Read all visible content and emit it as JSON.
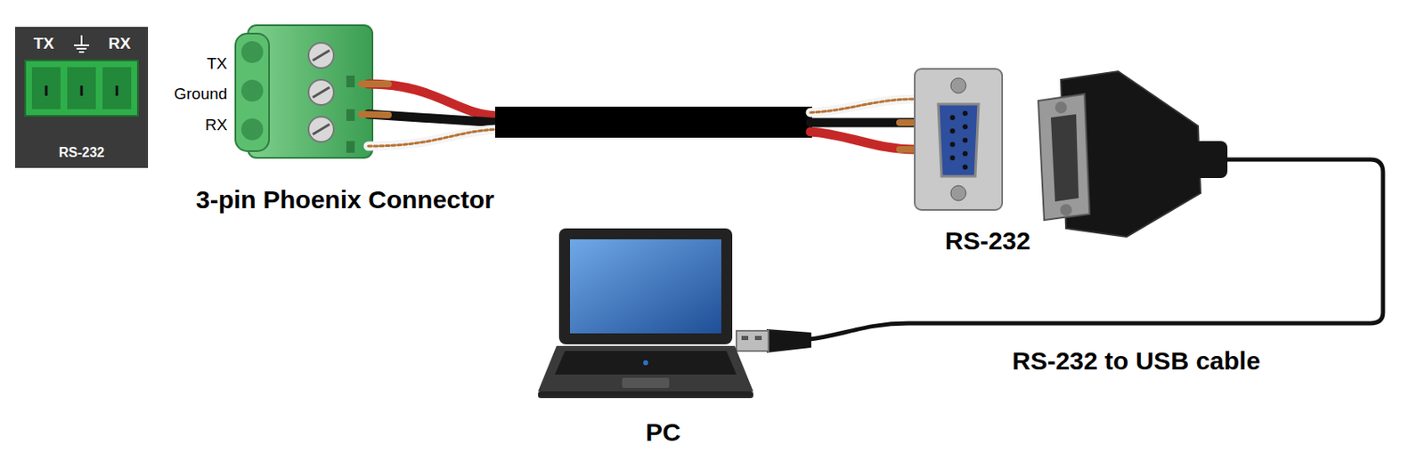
{
  "diagram": {
    "nodes": [
      {
        "text": [
          "TX",
          "RX",
          "RS-232"
        ]
      }
    ],
    "labels": [
      "TX",
      "Ground",
      "RX",
      "3-pin Phoenix Connector",
      "RS-232",
      "RS-232 to USB cable",
      "PC"
    ]
  }
}
